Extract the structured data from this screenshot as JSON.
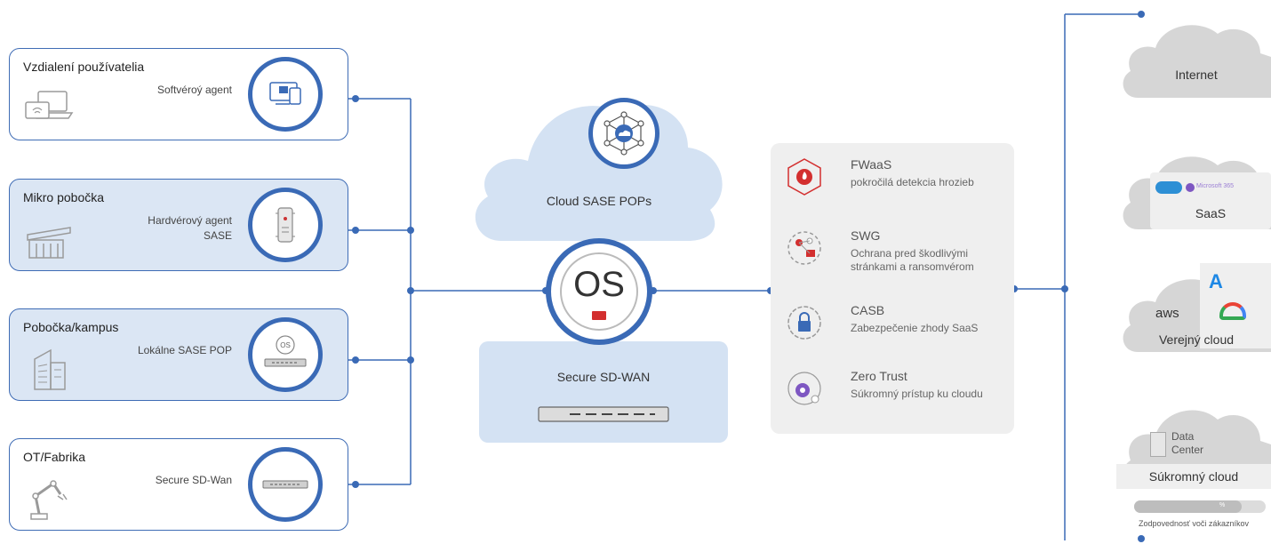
{
  "endpoints": [
    {
      "title": "Vzdialení používatelia",
      "sub": "Softvéroý agent",
      "style": "white"
    },
    {
      "title": "Mikro pobočka",
      "sub": "Hardvérový agent SASE",
      "style": "blue"
    },
    {
      "title": "Pobočka/kampus",
      "sub": "Lokálne SASE POP",
      "style": "blue"
    },
    {
      "title": "OT/Fabrika",
      "sub": "Secure SD-Wan",
      "style": "white"
    }
  ],
  "core": {
    "cloud_label": "Cloud SASE POPs",
    "os_label": "OS",
    "sdwan_label": "Secure SD-WAN"
  },
  "services": [
    {
      "name": "FWaaS",
      "desc": "pokročilá detekcia hrozieb"
    },
    {
      "name": "SWG",
      "desc": "Ochrana pred škodlivými stránkami a ransomvérom"
    },
    {
      "name": "CASB",
      "desc": "Zabezpečenie zhody SaaS"
    },
    {
      "name": "Zero Trust",
      "desc": "Súkromný prístup ku cloudu"
    }
  ],
  "destinations": [
    {
      "label": "Internet"
    },
    {
      "label": "SaaS",
      "logo_text": "Microsoft 365"
    },
    {
      "label": "Verejný cloud",
      "logo_text": "aws"
    },
    {
      "label": "Súkromný cloud",
      "sub_label": "Data Center"
    }
  ],
  "responsibility": {
    "label": "Zodpovednosť voči zákazníkov",
    "marker": "%",
    "fill_fraction": 0.82
  },
  "colors": {
    "accent": "#3a6ab6",
    "light_blue": "#dbe6f4",
    "cloud_blue": "#d4e2f3",
    "gray_cloud": "#d6d6d6"
  }
}
